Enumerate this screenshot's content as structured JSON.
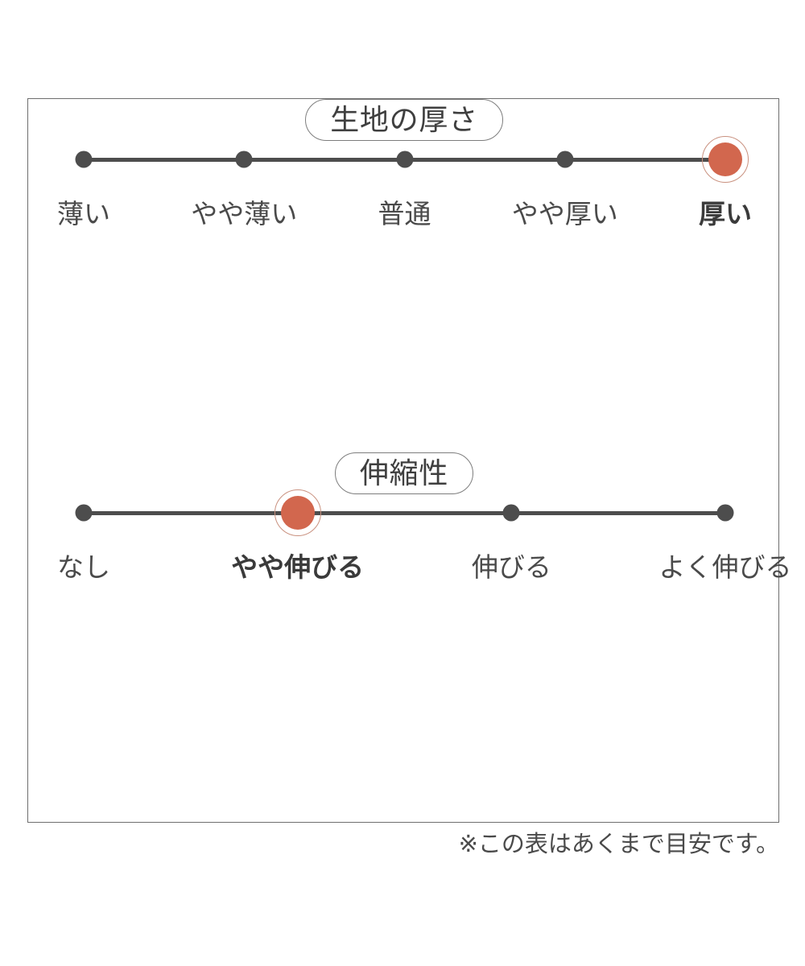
{
  "chart_data": {
    "type": "table",
    "title": "生地の厚さ・伸縮性",
    "footnote": "※この表はあくまで目安です。",
    "accent_color": "#d2674e",
    "dot_color": "#4d4d4d",
    "frame_color": "#6e6e6e",
    "scales": [
      {
        "id": "thickness",
        "title": "生地の厚さ",
        "categories": [
          "薄い",
          "やや薄い",
          "普通",
          "やや厚い",
          "厚い"
        ],
        "selected_index": 4,
        "selected_label": "厚い",
        "points": 5
      },
      {
        "id": "stretch",
        "title": "伸縮性",
        "categories": [
          "なし",
          "やや伸びる",
          "伸びる",
          "よく伸びる"
        ],
        "selected_index": 1,
        "selected_label": "やや伸びる",
        "points": 4
      }
    ]
  }
}
